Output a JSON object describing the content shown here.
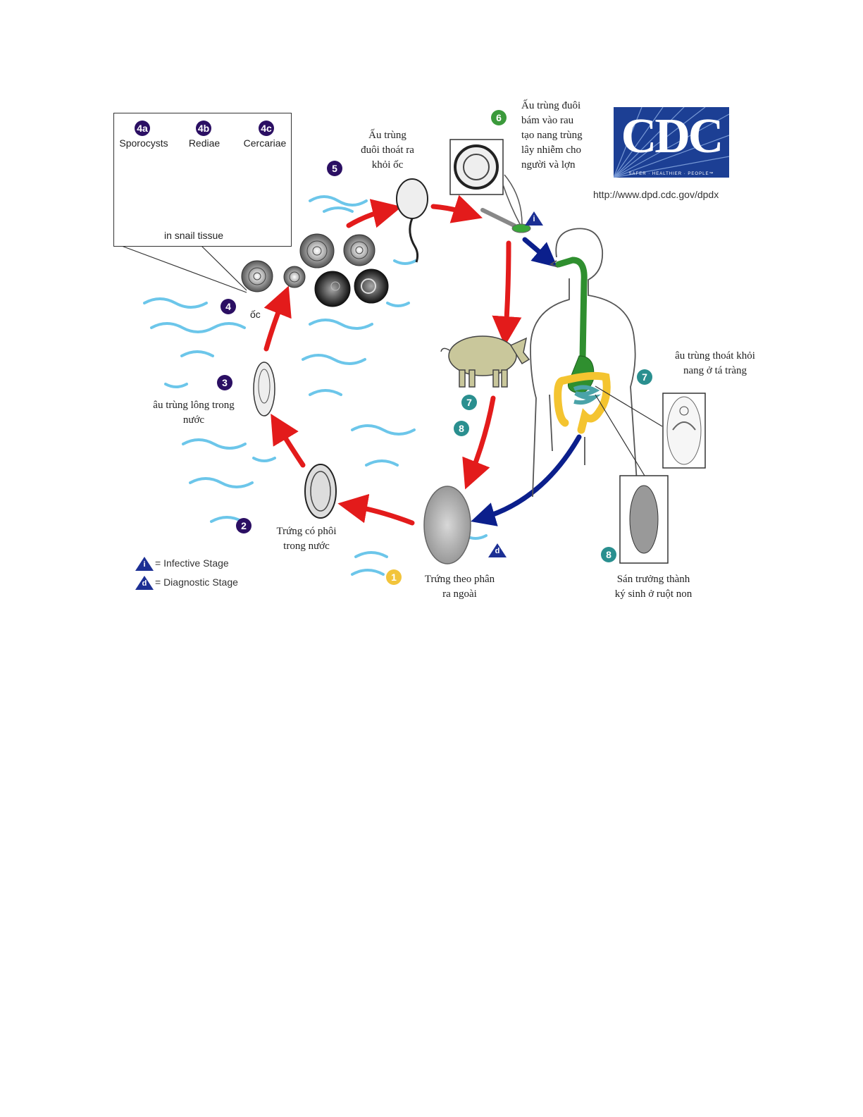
{
  "title": "Fasciolopsis buski life cycle",
  "source": {
    "logo_text": "CDC",
    "logo_tagline": "SAFER · HEALTHIER · PEOPLE™",
    "url": "http://www.dpd.cdc.gov/dpdx"
  },
  "colors": {
    "cycle_arrow": "#e31b1b",
    "human_arrow": "#0b1f8c",
    "water": "#6cc6ea",
    "badge_purple": "#2b0f63",
    "badge_teal": "#2a8f8f",
    "badge_green": "#3b9a3b",
    "badge_yellow": "#f2c43b",
    "pig": "#c9c79b",
    "esophagus": "#2f8f2f",
    "colon": "#f4c430",
    "small_intestine": "#4aa3a8",
    "cdc_blue": "#1c3f94"
  },
  "snail_tissue_box": {
    "stages": [
      {
        "badge": "4a",
        "label": "Sporocysts"
      },
      {
        "badge": "4b",
        "label": "Rediae"
      },
      {
        "badge": "4c",
        "label": "Cercariae"
      }
    ],
    "caption": "in snail tissue"
  },
  "stages": [
    {
      "badge": "1",
      "label": "Trứng theo phân\nra ngoài"
    },
    {
      "badge": "2",
      "label": "Trứng có phôi\ntrong nước"
    },
    {
      "badge": "3",
      "label": "âu trùng lông trong\nnước"
    },
    {
      "badge": "4",
      "label": "ốc"
    },
    {
      "badge": "5",
      "label": "Ấu trùng\nđuôi thoát ra\nkhỏi ốc"
    },
    {
      "badge": "6",
      "label": "Ấu trùng đuôi\nbám vào rau\ntạo nang trùng\nlây nhiễm cho\nngười và lợn"
    },
    {
      "badge": "7",
      "label": "âu trùng thoát khỏi\nnang ở tá tràng"
    },
    {
      "badge": "8",
      "label": "Sán trưởng thành\nký sinh ở ruột non"
    }
  ],
  "pig_badges": [
    "7",
    "8"
  ],
  "legend": {
    "infective": {
      "symbol": "i",
      "label": "= Infective Stage"
    },
    "diagnostic": {
      "symbol": "d",
      "label": "= Diagnostic Stage"
    }
  }
}
